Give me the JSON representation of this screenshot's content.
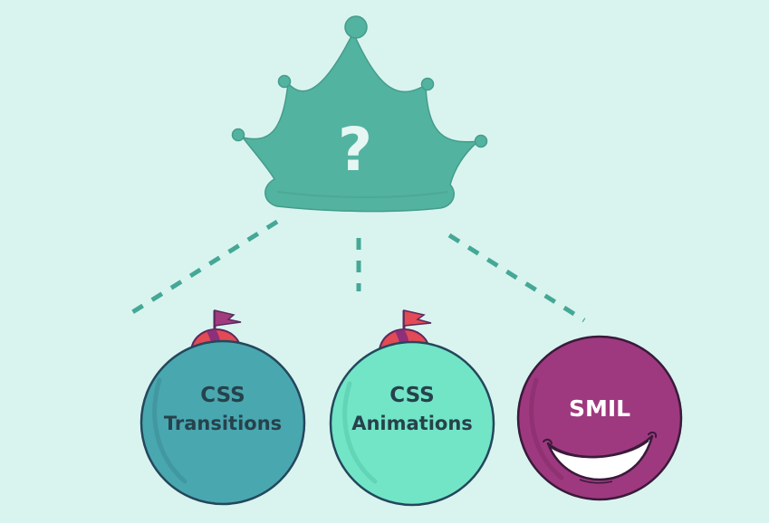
{
  "background": "#d9f4ef",
  "crown": {
    "symbol": "?",
    "color": "#52b3a0",
    "symbol_color": "#e6f7f3"
  },
  "connectors": {
    "color": "#45a896",
    "style": "dashed"
  },
  "nodes": [
    {
      "line1": "CSS",
      "line2": "Transitions",
      "fill": "#49a7b0",
      "text_color": "#26424b",
      "hat": "propeller-beanie"
    },
    {
      "line1": "CSS",
      "line2": "Animations",
      "fill": "#72e5c7",
      "text_color": "#26424b",
      "hat": "propeller-beanie"
    },
    {
      "line1": "SMIL",
      "line2": "",
      "fill": "#9e397f",
      "text_color": "#ffffff",
      "face": "big-grin"
    }
  ]
}
